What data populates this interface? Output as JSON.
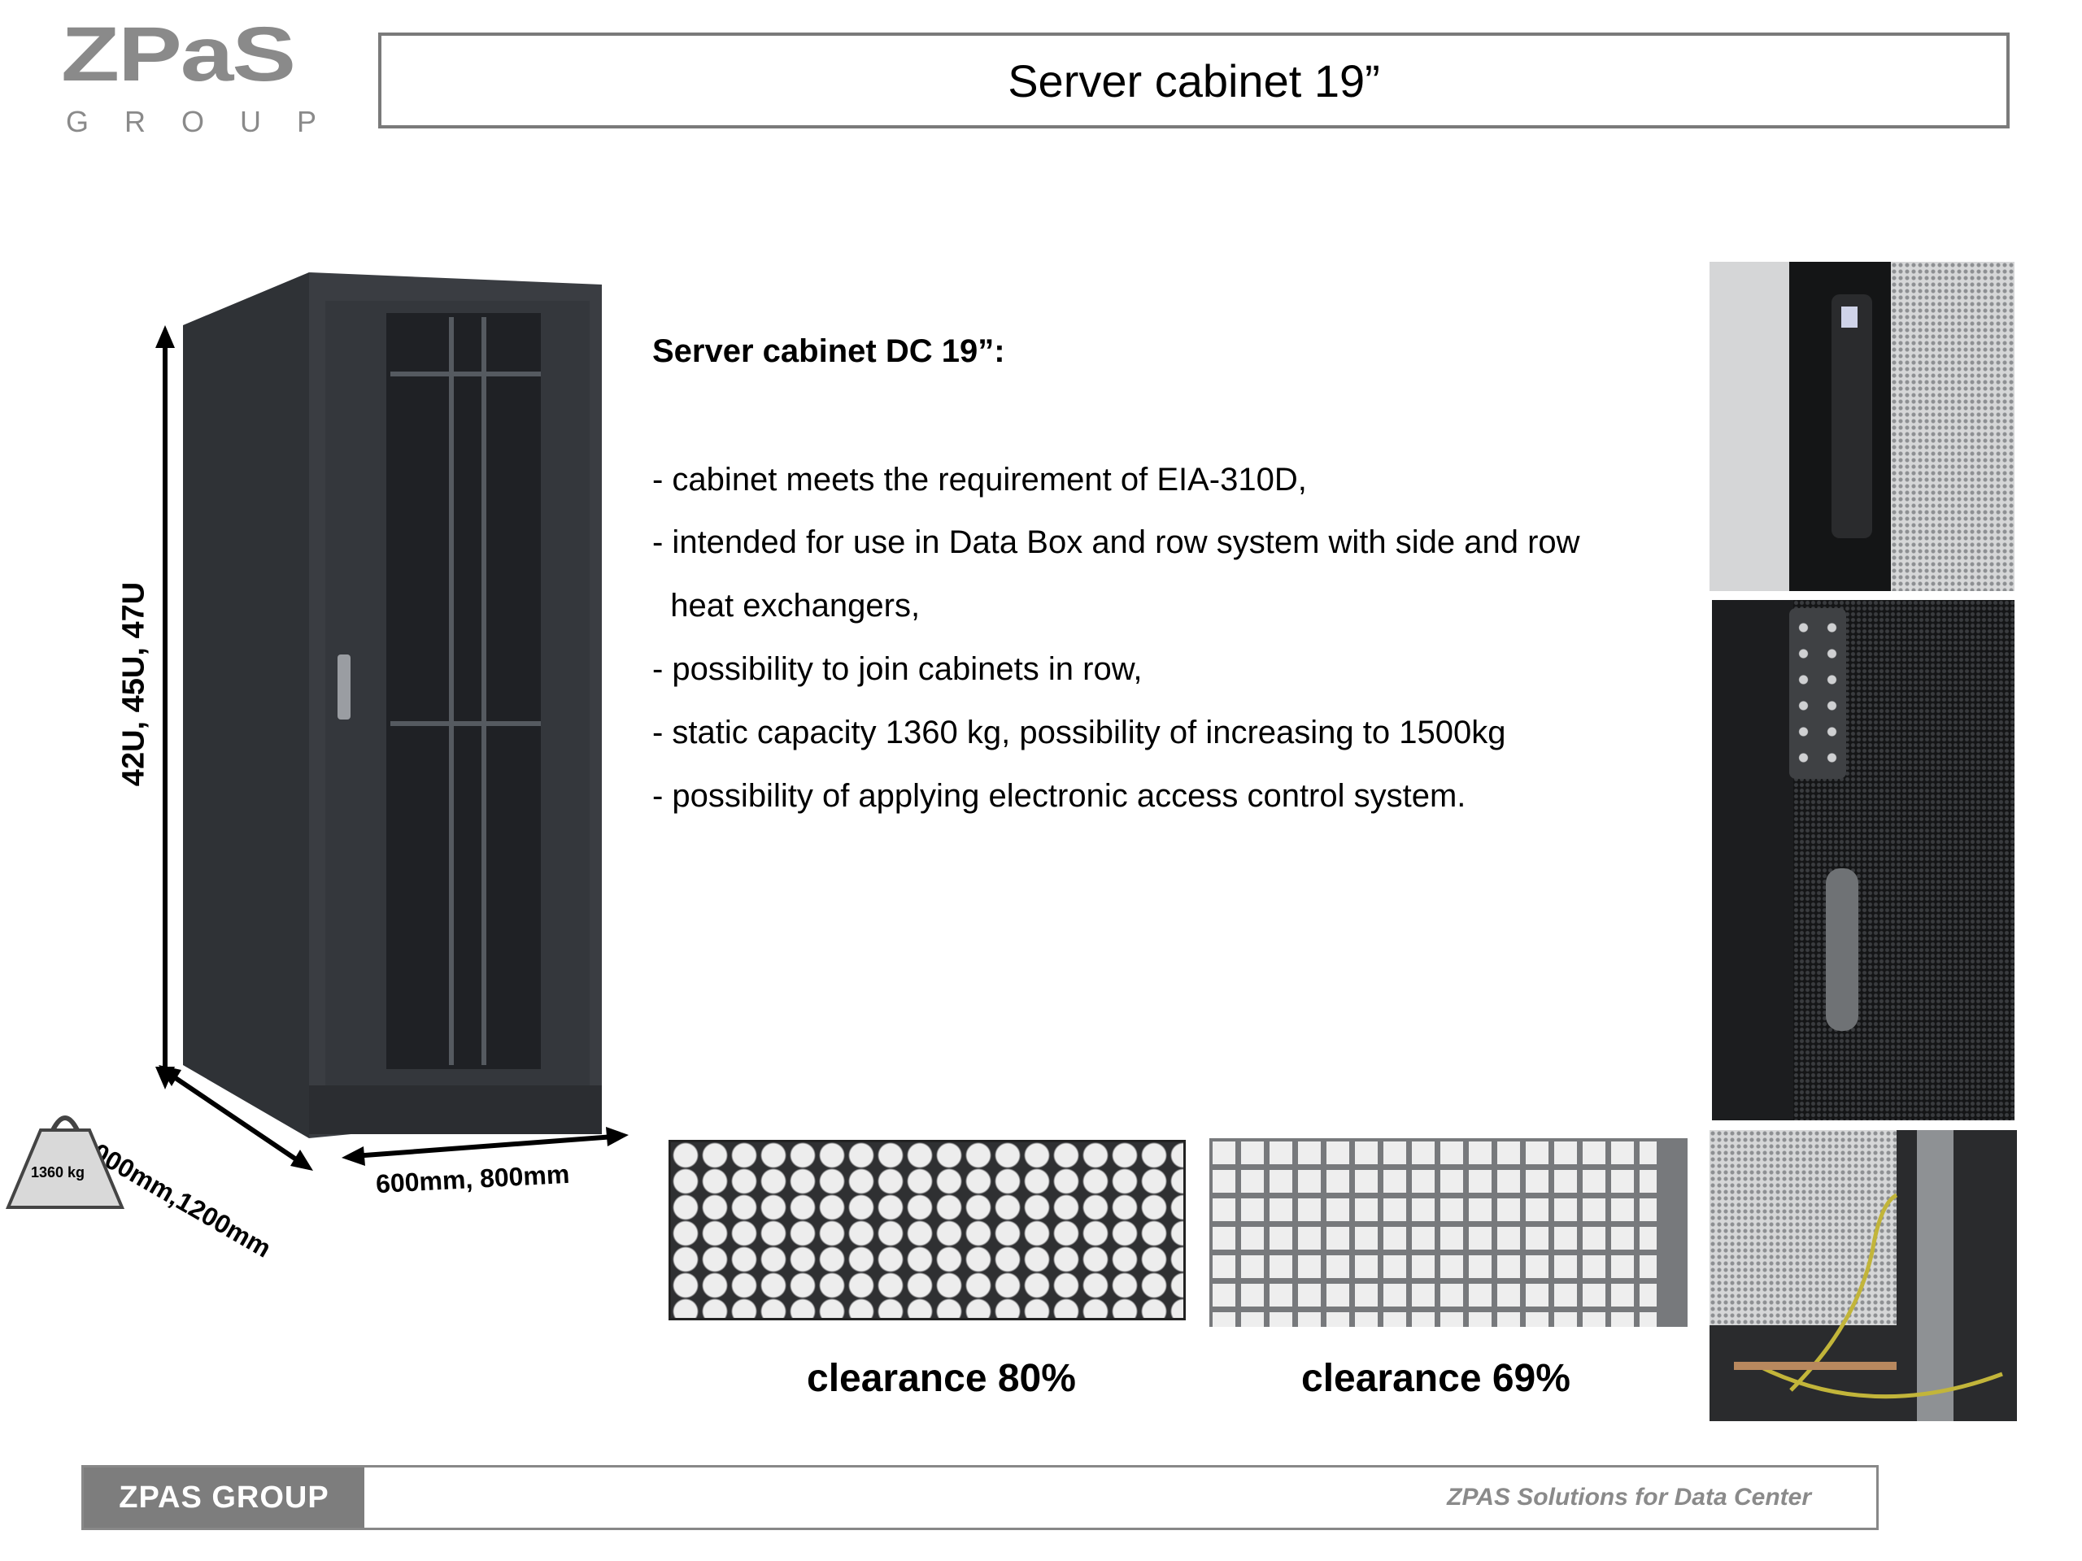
{
  "header": {
    "logo_brand": "ZPaS",
    "logo_group": "GROUP",
    "title": "Server cabinet 19”"
  },
  "content": {
    "section_title": "Server cabinet DC 19”:",
    "bullets": [
      "- cabinet meets the requirement of EIA-310D,",
      "- intended for use in Data Box and row system  with side and row",
      "  heat exchangers,",
      "- possibility to join cabinets in row,",
      "- static capacity 1360 kg, possibility of increasing to 1500kg",
      "- possibility of applying electronic access control system."
    ]
  },
  "cabinet": {
    "height_label": "42U, 45U, 47U",
    "depth_label": "1000mm,1200mm",
    "width_label": "600mm, 800mm",
    "weight_label": "1360 kg"
  },
  "mesh": {
    "hex_label": "clearance 80%",
    "square_label": "clearance 69%"
  },
  "footer": {
    "left": "ZPAS  GROUP",
    "right": "ZPAS Solutions for Data Center"
  },
  "colors": {
    "cabinet": "#3a3d42",
    "grey_brand": "#8a8a8a",
    "footer_block": "#7d7d7d"
  }
}
